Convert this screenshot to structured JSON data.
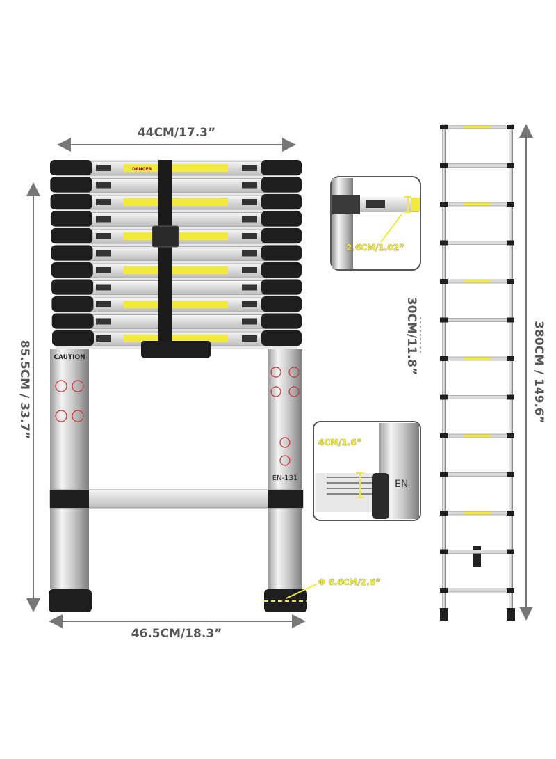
{
  "dimensions": {
    "folded_width": "44CM/17.3”",
    "folded_height": "85.5CM  /  33.7”",
    "base_width": "46.5CM/18.3”",
    "rung_thickness": "2.6CM/1.02”",
    "foot_diameter": "Φ 6.6CM/2.6”",
    "rail_width": "4CM/1.6”",
    "rung_spacing": "30CM/11.8”",
    "extended_height": "380CM  /  149.6”"
  },
  "labels": {
    "caution": "CAUTION",
    "standard": "EN-131",
    "danger": "DANGER"
  },
  "colors": {
    "accent_yellow": "#f2ea3a",
    "dim_gray": "#666666",
    "black_cap": "#1e1e1e"
  },
  "extended_rung_count": 13,
  "folded_rung_count": 11
}
